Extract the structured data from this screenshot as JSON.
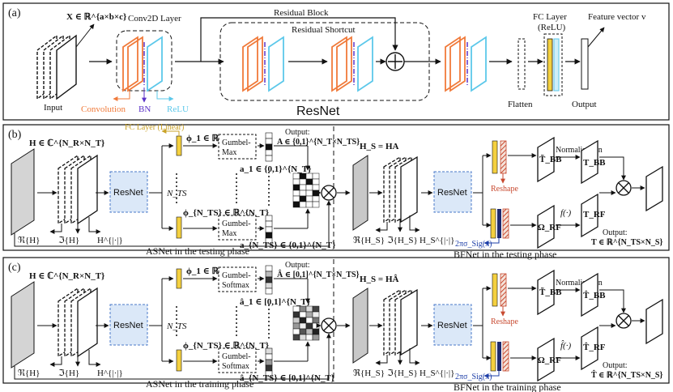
{
  "colors": {
    "conv": "#f07a3a",
    "bn": "#5b32c8",
    "relu": "#5cc8ea",
    "fc_yellow": "#f4d03f",
    "fc_linear": "#c9a227",
    "resnet_fill": "#dbe8f8",
    "resnet_border": "#4a78c8",
    "reshape_red": "#c84a30",
    "navy": "#1e2a6e",
    "sigmoid_blue": "#1e3fa8"
  },
  "panel_a": {
    "tag": "(a)",
    "input_label": "Input",
    "x_label": "X ∈ ℝ^{a×b×c}",
    "conv2d_label": "Conv2D Layer",
    "residual_block": "Residual Block",
    "residual_shortcut": "Residual Shortcut",
    "fc_layer": "FC Layer",
    "fc_relu": "(ReLU)",
    "feature_vector": "Feature vector v",
    "flatten": "Flatten",
    "output": "Output",
    "conv_legend": "Convolution",
    "bn_legend": "BN",
    "relu_legend": "ReLU",
    "caption": "ResNet"
  },
  "panel_b": {
    "tag": "(b)",
    "fc_linear": "FC Layer (Linear)",
    "h_label": "H ∈ ℂ^{N_R×N_T}",
    "re_h": "ℜ{H}",
    "im_h": "ℑ{H}",
    "abs_h": "H^{|·|}",
    "resnet": "ResNet",
    "nts": "N_TS",
    "phi1": "ϕ_1 ∈ ℝ^{N_T}",
    "phinTS": "ϕ_{N_TS} ∈ ℝ^{N_T}",
    "gumbel_top_1": "Gumbel-",
    "gumbel_top_2": "Max",
    "gumbel_bot_1": "Gumbel-",
    "gumbel_bot_2": "Max",
    "a1": "a_1 ∈ {0,1}^{N_T}",
    "anTS": "a_{N_TS} ∈ {0,1}^{N_T}",
    "output_title": "Output:",
    "output_A": "A ∈ {0,1}^{N_T×N_TS}",
    "asnet_caption": "ASNet in the testing phase",
    "hs": "H_S = HA",
    "re_hs": "ℜ{H_S}",
    "im_hs": "ℑ{H_S}",
    "abs_hs": "H_S^{|·|}",
    "resnet2": "ResNet",
    "reshape": "Reshape",
    "sigmoid": "2πσ_Sig(x)",
    "tbb_tilde": "T̃_BB",
    "normalization": "Normalization",
    "tbb": "T_BB",
    "omega": "Ω_RF",
    "f": "f(·)",
    "trf": "T_RF",
    "output_T_title": "Output:",
    "output_T": "T ∈ ℝ^{N_TS×N_S}",
    "bfnet_caption": "BFNet in the testing phase"
  },
  "panel_c": {
    "tag": "(c)",
    "h_label": "H ∈ ℂ^{N_R×N_T}",
    "re_h": "ℜ{H}",
    "im_h": "ℑ{H}",
    "abs_h": "H^{|·|}",
    "resnet": "ResNet",
    "nts": "N_TS",
    "phi1": "ϕ_1 ∈ ℝ^{N_T}",
    "phinTS": "ϕ_{N_TS} ∈ ℝ^{N_T}",
    "gumbel_top_1": "Gumbel-",
    "gumbel_top_2": "Softmax",
    "gumbel_bot_1": "Gumbel-",
    "gumbel_bot_2": "Softmax",
    "a1": "â_1 ∈ [0,1]^{N_T}",
    "anTS": "â_{N_TS} ∈ [0,1]^{N_T}",
    "output_title": "Output:",
    "output_A": "Â ∈ [0,1]^{N_T×N_TS}",
    "asnet_caption": "ASNet in the training phase",
    "hs": "H_S = HÂ",
    "re_hs": "ℜ{H_S}",
    "im_hs": "ℑ{H_S}",
    "abs_hs": "H_S^{|·|}",
    "resnet2": "ResNet",
    "reshape": "Reshape",
    "sigmoid": "2πσ_Sig(x)",
    "tbb_tilde": "T̃_BB",
    "normalization": "Normalization",
    "tbb": "T̂_BB",
    "omega": "Ω_RF",
    "f": "f̂(·)",
    "trf": "T̂_RF",
    "output_T_title": "Output:",
    "output_T": "T̂ ∈ ℝ^{N_TS×N_S}",
    "bfnet_caption": "BFNet in the training phase"
  }
}
